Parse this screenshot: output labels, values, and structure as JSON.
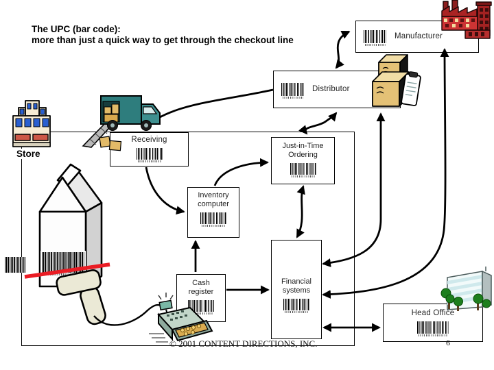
{
  "title": {
    "line1": "The UPC (bar code):",
    "line2": "more than just a quick way to get through the checkout line"
  },
  "nodes": {
    "manufacturer": {
      "label": "Manufacturer"
    },
    "distributor": {
      "label": "Distributor"
    },
    "receiving": {
      "label": "Receiving"
    },
    "jit": {
      "line1": "Just-in-Time",
      "line2": "Ordering"
    },
    "inventory": {
      "line1": "Inventory",
      "line2": "computer"
    },
    "cash": {
      "line1": "Cash",
      "line2": "register"
    },
    "financial": {
      "line1": "Financial",
      "line2": "systems"
    },
    "head_office": {
      "label": "Head Office"
    },
    "store": {
      "label": "Store"
    }
  },
  "footer": {
    "copyright": "© 2001 CONTENT DIRECTIONS, INC.",
    "page_number": "6"
  },
  "flows": [
    {
      "from": "manufacturer",
      "to": "distributor",
      "two_way": true
    },
    {
      "from": "distributor",
      "to": "receiving",
      "two_way": false
    },
    {
      "from": "distributor",
      "to": "jit_ordering",
      "two_way": true
    },
    {
      "from": "receiving",
      "to": "inventory_computer",
      "two_way": false
    },
    {
      "from": "cash_register",
      "to": "inventory_computer",
      "two_way": false
    },
    {
      "from": "inventory_computer",
      "to": "jit_ordering",
      "two_way": false
    },
    {
      "from": "jit_ordering",
      "to": "financial_systems",
      "two_way": true
    },
    {
      "from": "cash_register",
      "to": "financial_systems",
      "two_way": false
    },
    {
      "from": "financial_systems",
      "to": "distributor",
      "two_way": true
    },
    {
      "from": "financial_systems",
      "to": "manufacturer",
      "two_way": true
    },
    {
      "from": "financial_systems",
      "to": "head_office",
      "two_way": true
    }
  ],
  "icons": [
    "factory-icon",
    "boxes-icon",
    "delivery-truck-icon",
    "store-icon",
    "milk-carton-icon",
    "barcode-icon",
    "scanner-icon",
    "laser-beam",
    "cash-register-icon",
    "office-building-icon"
  ],
  "colors": {
    "arrow": "#000000",
    "laser_red": "#ea1c24",
    "truck_teal": "#2e7d7d",
    "package_tan": "#e4c176",
    "factory_red": "#cc3434",
    "tree_green": "#1d7f1d",
    "store_window_blue": "#2a5fd0",
    "awning_red": "#cd5847"
  }
}
